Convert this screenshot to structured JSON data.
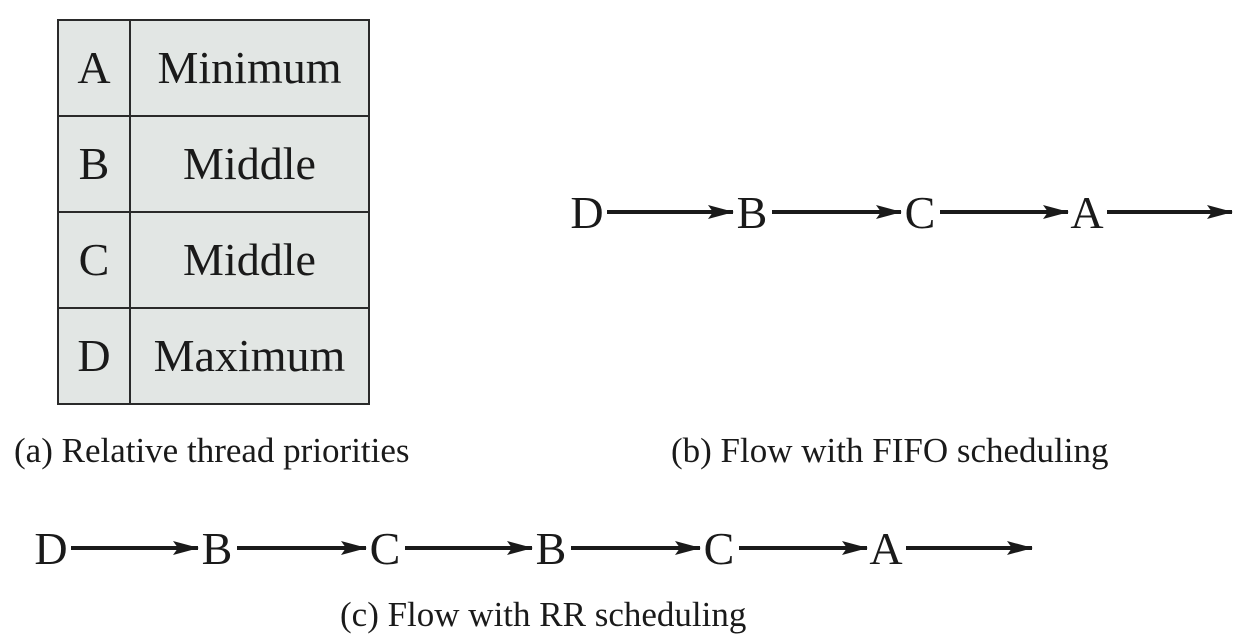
{
  "priority_table": {
    "rows": [
      {
        "thread": "A",
        "priority": "Minimum"
      },
      {
        "thread": "B",
        "priority": "Middle"
      },
      {
        "thread": "C",
        "priority": "Middle"
      },
      {
        "thread": "D",
        "priority": "Maximum"
      }
    ],
    "fill_color": "#e2e6e4",
    "border_color": "#2a2a2a"
  },
  "fifo_flow": {
    "nodes": [
      "D",
      "B",
      "C",
      "A"
    ]
  },
  "rr_flow": {
    "nodes": [
      "D",
      "B",
      "C",
      "B",
      "C",
      "A"
    ]
  },
  "captions": {
    "a": "(a) Relative thread priorities",
    "b": "(b) Flow with FIFO scheduling",
    "c": "(c) Flow with RR scheduling"
  }
}
